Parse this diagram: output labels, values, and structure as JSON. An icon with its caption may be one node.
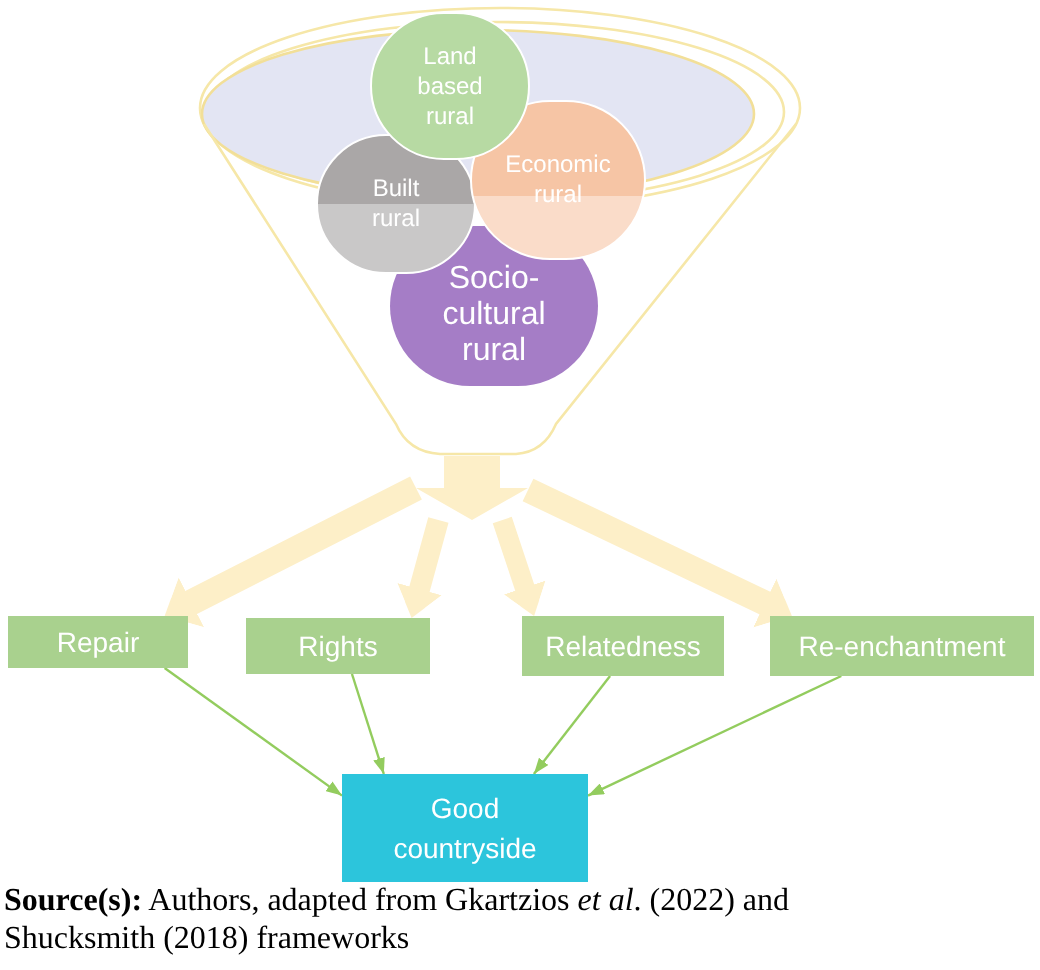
{
  "diagram": {
    "nodes": [
      {
        "text": [],
        "shape": "funnel"
      },
      {
        "text": [
          "Land based rural"
        ],
        "in": 0
      },
      {
        "text": [
          "Built rural"
        ],
        "in": 0
      },
      {
        "text": [
          "Economic rural"
        ],
        "in": 0
      },
      {
        "text": [
          "Socio-cultural rural"
        ],
        "in": 0
      },
      {
        "text": [],
        "shape": "arrow"
      },
      {
        "text": [
          "Repair"
        ]
      },
      {
        "text": [
          "Rights"
        ]
      },
      {
        "text": [
          "Relatedness"
        ]
      },
      {
        "text": [
          "Re-enchantment"
        ]
      },
      {
        "text": [
          "Good countryside"
        ]
      }
    ],
    "edges": [
      {
        "from": 5,
        "to": 6,
        "arrow": "to",
        "style": "thick",
        "color": "#fdefc8"
      },
      {
        "from": 5,
        "to": 7,
        "arrow": "to",
        "style": "thick",
        "color": "#fdefc8"
      },
      {
        "from": 5,
        "to": 8,
        "arrow": "to",
        "style": "thick",
        "color": "#fdefc8"
      },
      {
        "from": 5,
        "to": 9,
        "arrow": "to",
        "style": "thick",
        "color": "#fdefc8"
      },
      {
        "from": 6,
        "to": 10,
        "arrow": "to",
        "color": "#93cc5e"
      },
      {
        "from": 7,
        "to": 10,
        "arrow": "to",
        "color": "#93cc5e"
      },
      {
        "from": 8,
        "to": 10,
        "arrow": "to",
        "color": "#93cc5e"
      },
      {
        "from": 9,
        "to": 10,
        "arrow": "to",
        "color": "#93cc5e"
      }
    ],
    "caption": "**Source(s):** Authors, adapted from Gkartzios *et al*. (2022) and Shucksmith (2018) frameworks"
  }
}
